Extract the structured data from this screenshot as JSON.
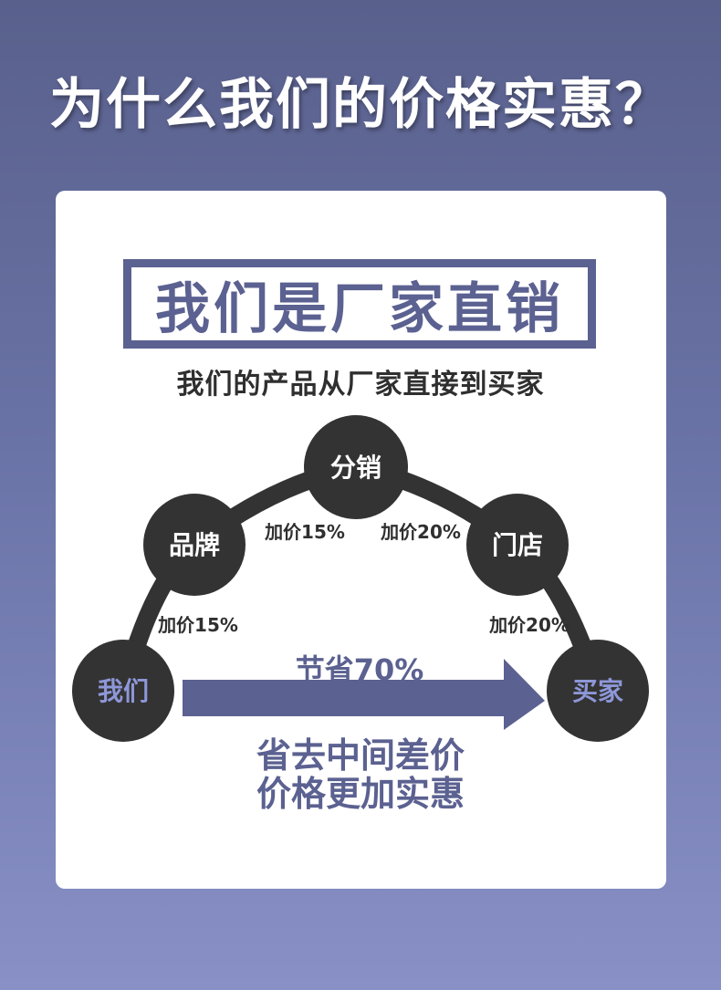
{
  "headline": "为什么我们的价格实惠？",
  "banner": "我们是厂家直销",
  "subtitle": "我们的产品从厂家直接到买家",
  "nodes": {
    "us": "我们",
    "brand": "品牌",
    "distribution": "分销",
    "store": "门店",
    "buyer": "买家"
  },
  "markups": {
    "us_to_brand": "加价15%",
    "brand_to_distribution": "加价15%",
    "distribution_to_store": "加价20%",
    "store_to_buyer": "加价20%"
  },
  "savings": "节省70%",
  "bottom_lines": [
    "省去中间差价",
    "价格更加实惠"
  ],
  "colors": {
    "accent": "#5b6190",
    "node_fill": "#333333",
    "node_label_accent": "#8e97d8",
    "background_top": "#59608c",
    "background_bottom": "#8890c6"
  }
}
